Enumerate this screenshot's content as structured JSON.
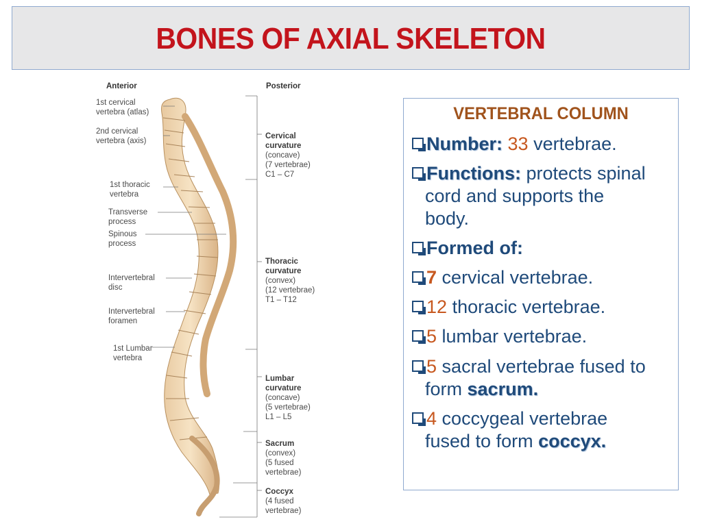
{
  "title": "BONES OF AXIAL SKELETON",
  "figure": {
    "anterior": "Anterior",
    "posterior": "Posterior",
    "left_labels": [
      {
        "lines": [
          "1st cervical",
          "vertebra (atlas)"
        ]
      },
      {
        "lines": [
          "2nd cervical",
          "vertebra (axis)"
        ]
      },
      {
        "lines": [
          "1st thoracic",
          "vertebra"
        ]
      },
      {
        "lines": [
          "Transverse",
          "process"
        ]
      },
      {
        "lines": [
          "Spinous",
          "process"
        ]
      },
      {
        "lines": [
          "Intervertebral",
          "disc"
        ]
      },
      {
        "lines": [
          "Intervertebral",
          "foramen"
        ]
      },
      {
        "lines": [
          "1st Lumbar",
          "vertebra"
        ]
      }
    ],
    "right_labels": [
      {
        "name": "Cervical",
        "name2": "curvature",
        "lines": [
          "(concave)",
          "(7 vertebrae)",
          "C1 – C7"
        ]
      },
      {
        "name": "Thoracic",
        "name2": "curvature",
        "lines": [
          "(convex)",
          "(12 vertebrae)",
          "T1 – T12"
        ]
      },
      {
        "name": "Lumbar",
        "name2": "curvature",
        "lines": [
          "(concave)",
          "(5 vertebrae)",
          "L1 – L5"
        ]
      },
      {
        "name": "Sacrum",
        "name2": "",
        "lines": [
          "(convex)",
          "(5 fused",
          "vertebrae)"
        ]
      },
      {
        "name": "Coccyx",
        "name2": "",
        "lines": [
          "(4 fused",
          "vertebrae)"
        ]
      }
    ]
  },
  "box": {
    "heading": "VERTEBRAL COLUMN",
    "number_label": "Number:",
    "number_value": "33",
    "number_unit": "vertebrae.",
    "functions_label": "Functions:",
    "functions_text_1": "protects spinal",
    "functions_text_2": "cord and supports the",
    "functions_text_3": "body.",
    "formed_label": "Formed of:",
    "cervical_count": "7",
    "cervical_text": "cervical vertebrae.",
    "thoracic_count": "12",
    "thoracic_text": "thoracic vertebrae.",
    "lumbar_count": "5",
    "lumbar_text": "lumbar vertebrae.",
    "sacral_count": "5",
    "sacral_text_1": "sacral vertebrae fused to",
    "sacral_text_2": "form",
    "sacral_term": "sacrum.",
    "coccygeal_count": "4",
    "coccygeal_text_1": "coccygeal vertebrae",
    "coccygeal_text_2": "fused to form",
    "coccygeal_term": "coccyx."
  }
}
